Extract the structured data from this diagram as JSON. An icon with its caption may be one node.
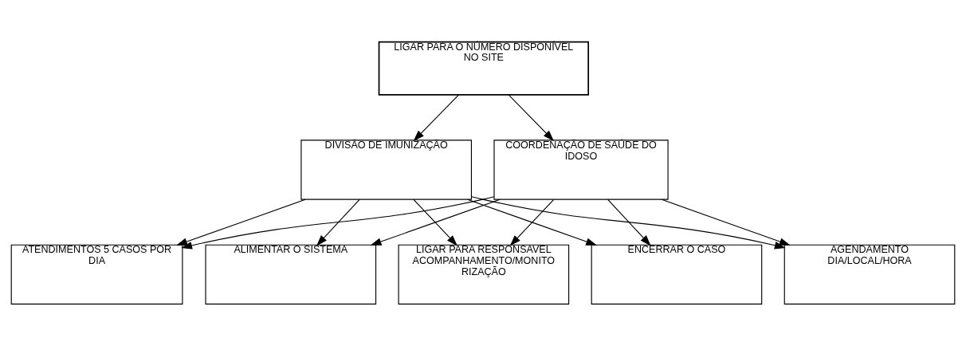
{
  "diagram": {
    "nodes": [
      {
        "text": [
          "LIGAR PARA O NÚMERO DISPONÍVEL NO SITE"
        ]
      },
      {
        "text": [
          "DIVISÃO DE IMUNIZAÇÃO"
        ]
      },
      {
        "text": [
          "COORDENAÇÃO DE SAÚDE DO IDOSO"
        ]
      },
      {
        "text": [
          "AGENDAMENTO DIA/LOCAL/HORA"
        ]
      },
      {
        "text": [
          "ATENDIMENTOS 5 CASOS POR DIA"
        ]
      },
      {
        "text": [
          "ALIMENTAR O SISTEMA"
        ]
      },
      {
        "text": [
          "LIGAR PARA RESPONSAVEL ACOMPANHAMENTO/MONITO RIZAÇÃO"
        ]
      },
      {
        "text": [
          "ENCERRAR O CASO"
        ]
      }
    ],
    "edges": [
      {
        "from": 0,
        "to": 1,
        "arrow": "to"
      },
      {
        "from": 0,
        "to": 2,
        "arrow": "to"
      },
      {
        "from": 1,
        "to": 3,
        "arrow": "to"
      },
      {
        "from": 1,
        "to": 4,
        "arrow": "to"
      },
      {
        "from": 1,
        "to": 5,
        "arrow": "to"
      },
      {
        "from": 1,
        "to": 6,
        "arrow": "to"
      },
      {
        "from": 1,
        "to": 7,
        "arrow": "to"
      },
      {
        "from": 2,
        "to": 3,
        "arrow": "to"
      },
      {
        "from": 2,
        "to": 4,
        "arrow": "to"
      },
      {
        "from": 2,
        "to": 5,
        "arrow": "to"
      },
      {
        "from": 2,
        "to": 6,
        "arrow": "to"
      },
      {
        "from": 2,
        "to": 7,
        "arrow": "to"
      }
    ]
  }
}
